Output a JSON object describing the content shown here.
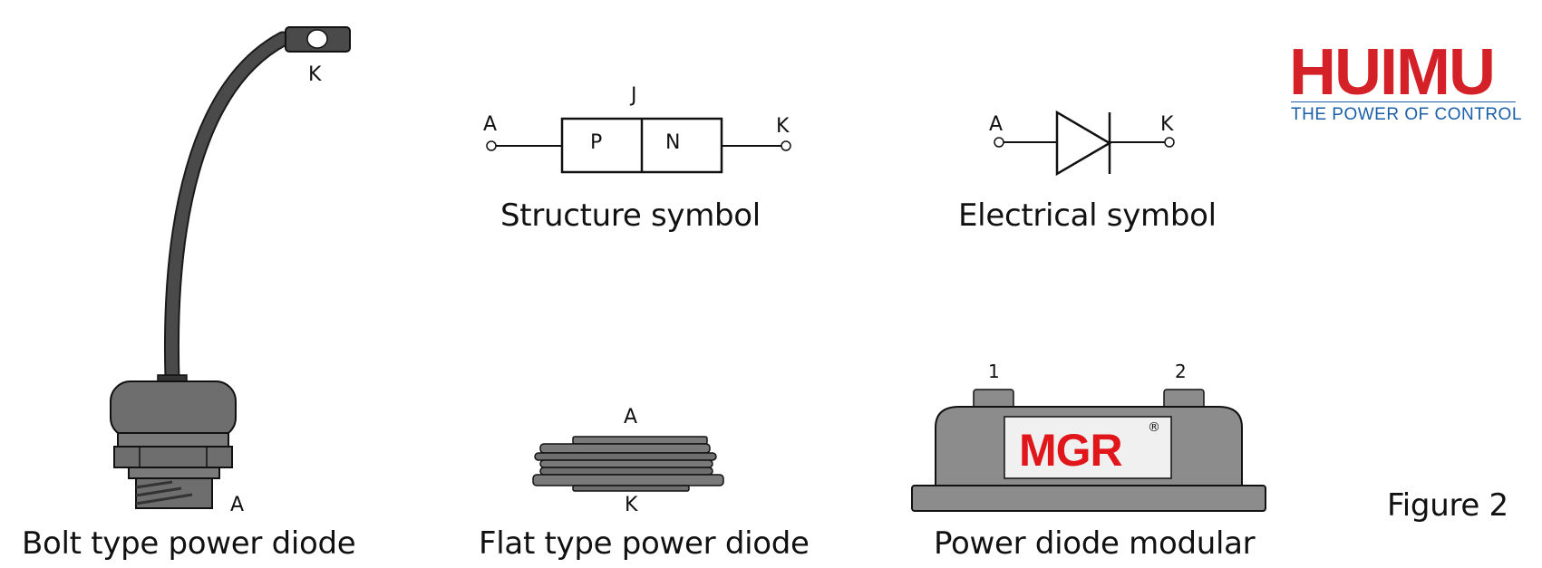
{
  "logo": {
    "name": "HUIMU",
    "tagline": "THE POWER OF CONTROL",
    "color": "#d42027",
    "tagline_color": "#1b5fa8"
  },
  "structure_symbol": {
    "junction": "J",
    "anode": "A",
    "cathode": "K",
    "p_region": "P",
    "n_region": "N",
    "caption": "Structure symbol"
  },
  "electrical_symbol": {
    "anode": "A",
    "cathode": "K",
    "caption": "Electrical symbol"
  },
  "bolt_diode": {
    "cathode": "K",
    "anode": "A",
    "caption": "Bolt type power diode"
  },
  "flat_diode": {
    "anode": "A",
    "cathode": "K",
    "caption": "Flat type power diode"
  },
  "module": {
    "terminal_1": "1",
    "terminal_2": "2",
    "brand": "MGR",
    "registered": "®",
    "caption": "Power diode modular"
  },
  "figure_label": "Figure 2",
  "colors": {
    "body_gray": "#8c8c8c",
    "dark": "#3a3a3a",
    "label_bg": "#f0f0f0",
    "brand_red": "#e0161b"
  }
}
